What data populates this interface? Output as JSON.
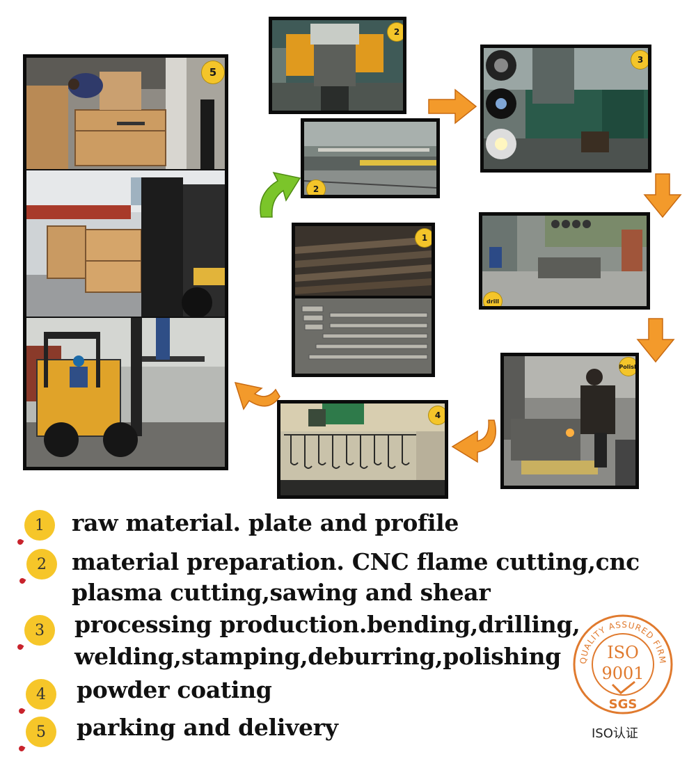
{
  "photos": {
    "raw_material_badge": "1",
    "sawing_badge": "2",
    "cnc_cutting_badge": "2",
    "processing_badge": "3",
    "drill_badge": "drill",
    "polish_badge": "Polish",
    "coating_badge": "4",
    "delivery_badge": "5"
  },
  "steps": [
    {
      "num": "1",
      "lines": [
        "raw material. plate and profile"
      ]
    },
    {
      "num": "2",
      "lines": [
        "material preparation. CNC flame cutting,cnc",
        "plasma cutting,sawing and shear"
      ]
    },
    {
      "num": "3",
      "lines": [
        "processing production.bending,drilling,",
        "welding,stamping,deburring,polishing"
      ]
    },
    {
      "num": "4",
      "lines": [
        "powder coating"
      ]
    },
    {
      "num": "5",
      "lines": [
        "parking and delivery"
      ]
    }
  ],
  "certification": {
    "ring_text": "QUALITY ASSURED FIRM",
    "iso": "ISO",
    "number": "9001",
    "sgs": "SGS",
    "caption": "ISO认证"
  },
  "colors": {
    "badge_yellow": "#f4c52a",
    "arrow_orange": "#f39a2b",
    "arrow_green": "#7bc52a",
    "seal_orange": "#e07a2e"
  }
}
